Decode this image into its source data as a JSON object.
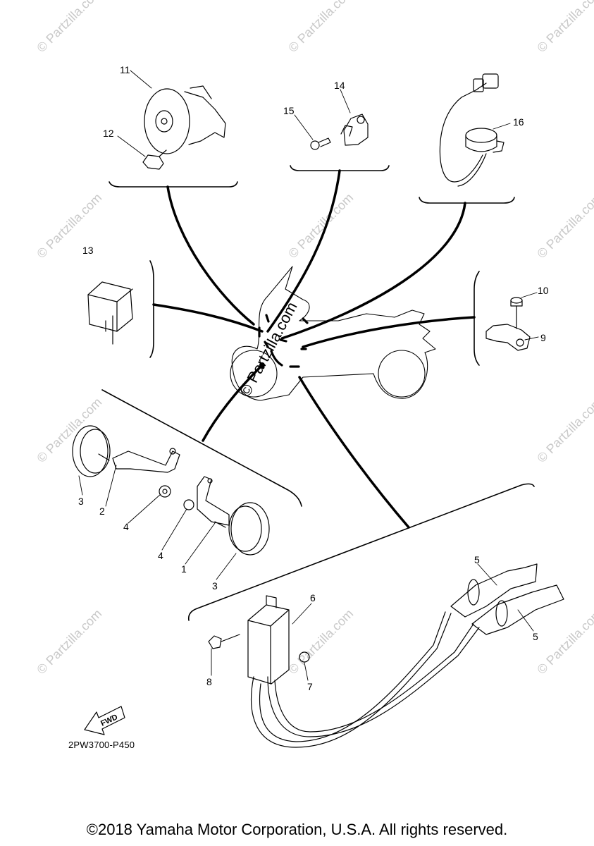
{
  "callouts": {
    "c1": "1",
    "c2": "2",
    "c3a": "3",
    "c3b": "3",
    "c4a": "4",
    "c4b": "4",
    "c5a": "5",
    "c5b": "5",
    "c6": "6",
    "c7": "7",
    "c8": "8",
    "c9": "9",
    "c10": "10",
    "c11": "11",
    "c12": "12",
    "c13": "13",
    "c14": "14",
    "c15": "15",
    "c16": "16"
  },
  "fwd_label": "FWD",
  "part_code": "2PW3700-P450",
  "copyright": "©2018 Yamaha Motor Corporation, U.S.A. All rights reserved.",
  "watermark_text": "© Partzilla.com",
  "colors": {
    "line": "#000000",
    "watermark": "#c9c9c9",
    "background": "#ffffff"
  }
}
